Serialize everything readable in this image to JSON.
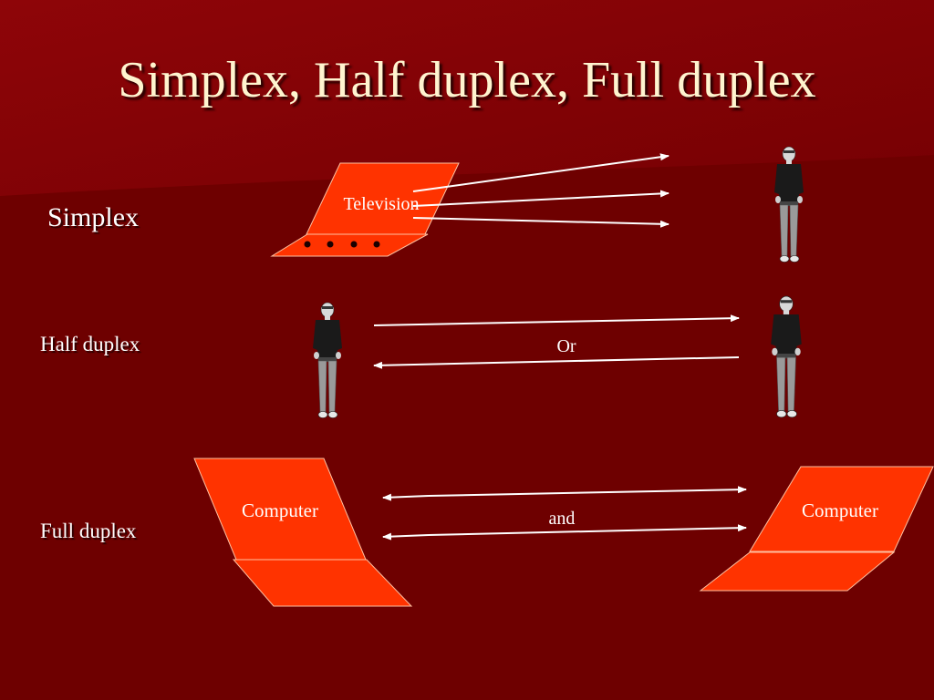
{
  "slide": {
    "title": "Simplex, Half duplex, Full duplex",
    "colors": {
      "background": "#6e0000",
      "title_text": "#fff4cf",
      "device_fill": "#ff3300",
      "arrow": "#ffffff"
    }
  },
  "rows": {
    "simplex": {
      "label": "Simplex",
      "device": "Television",
      "receiver_icon": "person-icon"
    },
    "half_duplex": {
      "label": "Half duplex",
      "connector": "Or",
      "left_icon": "person-icon",
      "right_icon": "person-icon"
    },
    "full_duplex": {
      "label": "Full duplex",
      "left_device": "Computer",
      "right_device": "Computer",
      "connector": "and"
    }
  }
}
